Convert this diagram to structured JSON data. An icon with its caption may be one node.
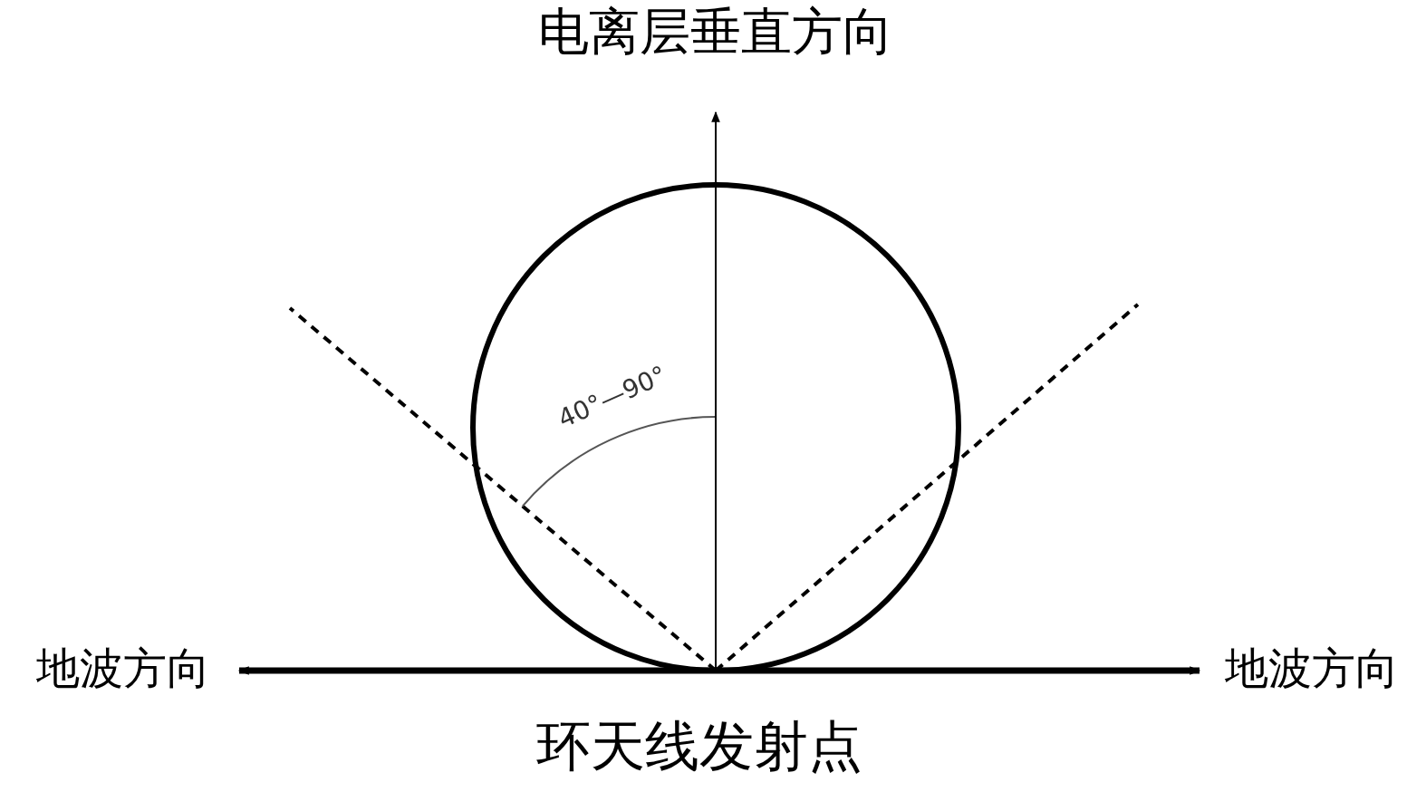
{
  "diagram": {
    "nodes": [
      {
        "text": [
          "电离层垂直方向"
        ]
      },
      {
        "text": [
          "地波方向"
        ]
      },
      {
        "text": [
          "地波方向"
        ]
      }
    ],
    "edges": [
      {
        "from": null,
        "to": 0,
        "arrow": "to"
      },
      {
        "from": 1,
        "to": 2,
        "arrow": "both",
        "style": "thick"
      }
    ],
    "labels": [
      "40°—90°",
      "环天线发射点"
    ]
  }
}
